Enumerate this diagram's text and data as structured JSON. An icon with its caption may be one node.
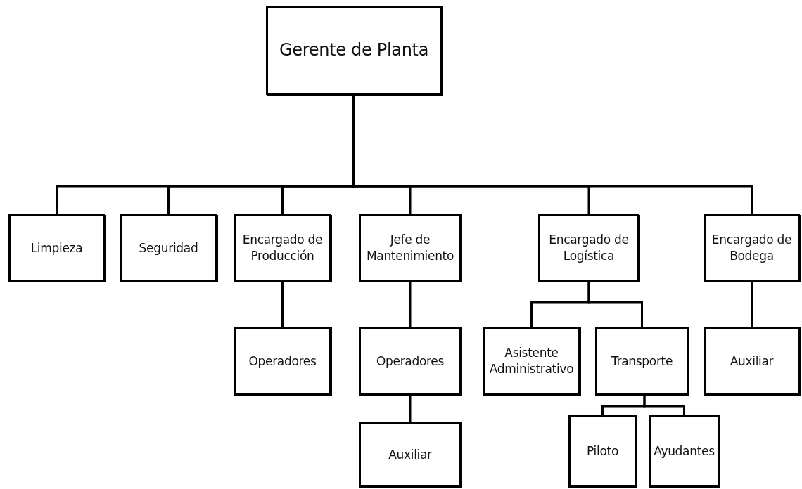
{
  "diagram": {
    "nodes": [
      {
        "text": [
          "Gerente de Planta"
        ]
      },
      {
        "text": [
          "Limpieza"
        ]
      },
      {
        "text": [
          "Seguridad"
        ]
      },
      {
        "text": [
          "Encargado de Producción"
        ]
      },
      {
        "text": [
          "Jefe de Mantenimiento"
        ]
      },
      {
        "text": [
          "Encargado de Logística"
        ]
      },
      {
        "text": [
          "Encargado de Bodega"
        ]
      },
      {
        "text": [
          "Operadores"
        ]
      },
      {
        "text": [
          "Operadores"
        ]
      },
      {
        "text": [
          "Asistente Administrativo"
        ]
      },
      {
        "text": [
          "Transporte"
        ]
      },
      {
        "text": [
          "Auxiliar"
        ]
      },
      {
        "text": [
          "Auxiliar"
        ]
      },
      {
        "text": [
          "Piloto"
        ]
      },
      {
        "text": [
          "Ayudantes"
        ]
      }
    ],
    "edges": [
      {
        "from": 0,
        "to": 1,
        "arrow": "none"
      },
      {
        "from": 0,
        "to": 2,
        "arrow": "none"
      },
      {
        "from": 0,
        "to": 3,
        "arrow": "none"
      },
      {
        "from": 0,
        "to": 4,
        "arrow": "none"
      },
      {
        "from": 0,
        "to": 5,
        "arrow": "none"
      },
      {
        "from": 0,
        "to": 6,
        "arrow": "none"
      },
      {
        "from": 3,
        "to": 7,
        "arrow": "none"
      },
      {
        "from": 4,
        "to": 8,
        "arrow": "none"
      },
      {
        "from": 5,
        "to": 9,
        "arrow": "none"
      },
      {
        "from": 5,
        "to": 10,
        "arrow": "none"
      },
      {
        "from": 6,
        "to": 11,
        "arrow": "none"
      },
      {
        "from": 8,
        "to": 12,
        "arrow": "none"
      },
      {
        "from": 10,
        "to": 13,
        "arrow": "none"
      },
      {
        "from": 10,
        "to": 14,
        "arrow": "none"
      }
    ]
  }
}
